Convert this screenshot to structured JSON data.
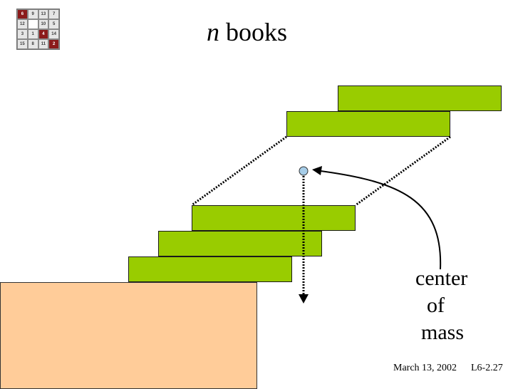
{
  "logo": {
    "cells": [
      "6",
      "9",
      "13",
      "7",
      "12",
      "",
      "10",
      "5",
      "3",
      "1",
      "4",
      "14",
      "15",
      "8",
      "11",
      "2"
    ],
    "dark_cells": [
      0,
      10,
      15
    ],
    "blank_cells": [
      5
    ]
  },
  "title": {
    "variable": "n",
    "text": " books"
  },
  "labels": {
    "line1": "center",
    "line2": "of",
    "line3": "mass"
  },
  "footer": {
    "date": "March 13, 2002",
    "slide": "L6-2.27"
  },
  "colors": {
    "book": "#99cc00",
    "table": "#ffcc99",
    "point": "#a6cde8"
  }
}
